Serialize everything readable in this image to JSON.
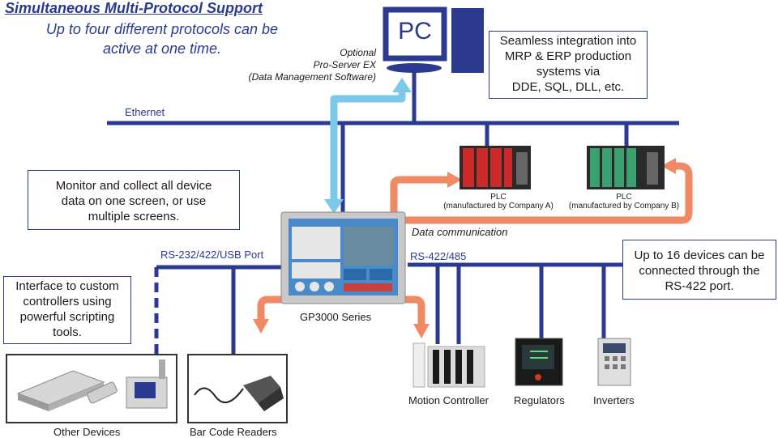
{
  "header": {
    "title": "Simultaneous  Multi-Protocol  Support",
    "subtitle_line1": "Up to four different protocols can be",
    "subtitle_line2": "active at one time."
  },
  "pc": {
    "label": "PC",
    "note_line1": "Optional",
    "note_line2": "Pro-Server EX",
    "note_line3": "(Data Management Software)"
  },
  "callouts": {
    "integration": [
      "Seamless integration into",
      "MRP & ERP production",
      "systems via",
      "DDE, SQL, DLL, etc."
    ],
    "monitor": [
      "Monitor and collect all device",
      "data on one screen, or use",
      "multiple screens."
    ],
    "interface": [
      "Interface to custom",
      "controllers using",
      "powerful scripting",
      "tools."
    ],
    "devices": [
      "Up to 16 devices can be",
      "connected through the",
      "RS-422 port."
    ]
  },
  "network": {
    "ethernet": "Ethernet",
    "rs232": "RS-232/422/USB Port",
    "rs422": "RS-422/485",
    "data_comm": "Data communication"
  },
  "plc": {
    "a_line1": "PLC",
    "a_line2": "(manufactured by Company A)",
    "b_line1": "PLC",
    "b_line2": "(manufactured by Company B)"
  },
  "hmi": {
    "label": "GP3000 Series"
  },
  "devices": {
    "other": "Other Devices",
    "barcode": "Bar Code Readers",
    "motion": "Motion Controller",
    "regulators": "Regulators",
    "inverters": "Inverters"
  },
  "colors": {
    "line_blue": "#2b3a8f",
    "arrow_cyan": "#7cc8e8",
    "arrow_orange": "#f08a64"
  }
}
